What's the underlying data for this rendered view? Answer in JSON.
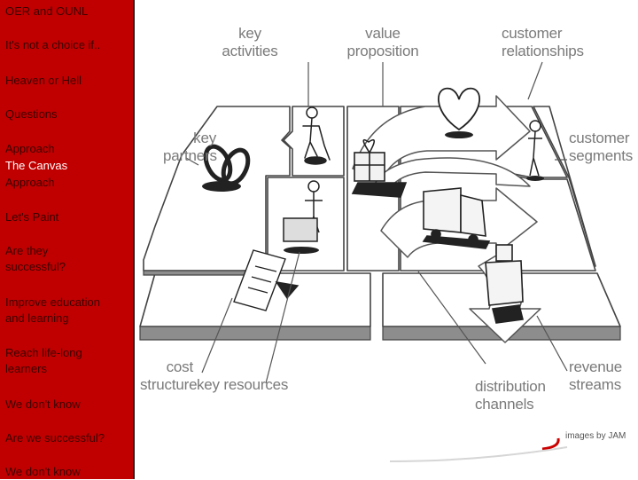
{
  "sidebar": {
    "items": [
      {
        "label": "OER and OUNL",
        "active": false
      },
      {
        "label": "It's not a choice if..",
        "active": false
      },
      {
        "label": "Heaven or Hell",
        "active": false
      },
      {
        "label": "Questions",
        "active": false
      },
      {
        "label": "Approach",
        "active": false
      },
      {
        "label": "The Canvas",
        "active": true
      },
      {
        "label": "Approach",
        "active": false
      },
      {
        "label": "Let's Paint",
        "active": false
      },
      {
        "label": "Are they\nsuccessful?",
        "active": false
      },
      {
        "label": "Improve education\nand learning",
        "active": false
      },
      {
        "label": "Reach life-long\nlearners",
        "active": false
      },
      {
        "label": "We don't know",
        "active": false
      },
      {
        "label": "Are we successful?",
        "active": false
      },
      {
        "label": "We don't know",
        "active": false
      }
    ]
  },
  "canvas": {
    "labels": {
      "key_activities": "key\nactivities",
      "value_proposition": "value\nproposition",
      "customer_relationships": "customer\nrelationships",
      "key_partners": "key\npartners",
      "customer_segments": "customer\nsegments",
      "cost_structure": "cost\nstructure",
      "key_resources": "key resources",
      "distribution_channels": "distribution\nchannels",
      "revenue_streams": "revenue\nstreams"
    },
    "credit": "images by JAM"
  },
  "colors": {
    "sidebar": "#c00000",
    "active_text": "#ffffff",
    "inactive_text": "#3a0000",
    "accent": "#cc0000"
  }
}
